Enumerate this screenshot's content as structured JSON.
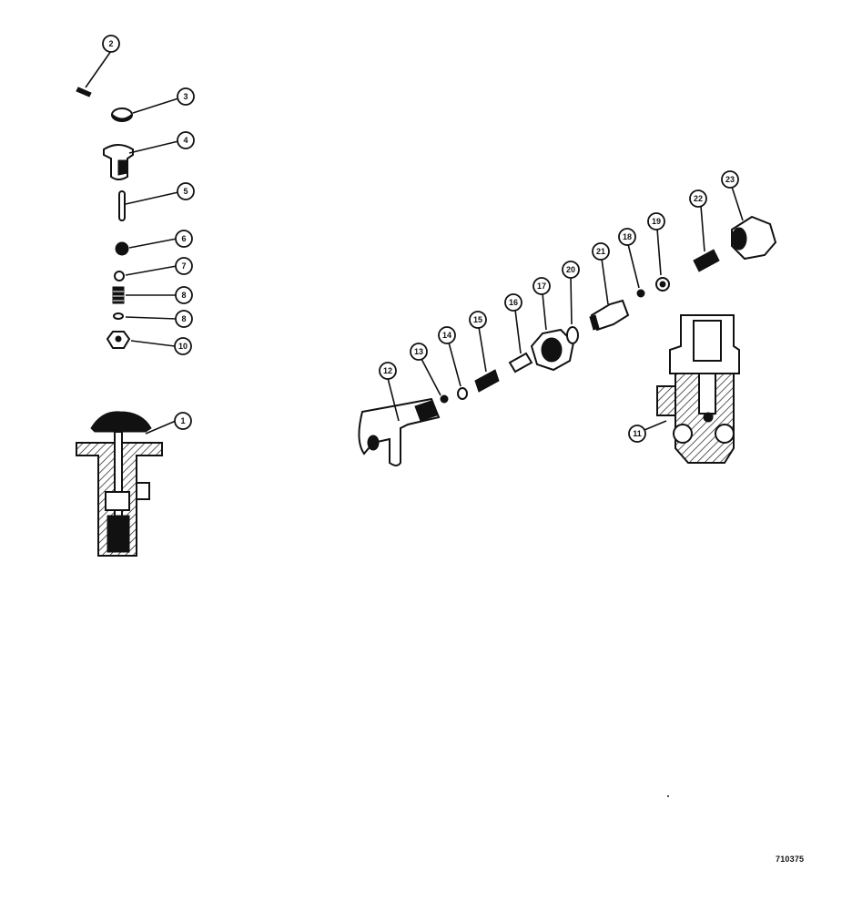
{
  "diagram": {
    "drawing_number": "710375",
    "callouts": [
      {
        "id": "c2",
        "label": "2"
      },
      {
        "id": "c3",
        "label": "3"
      },
      {
        "id": "c4",
        "label": "4"
      },
      {
        "id": "c5",
        "label": "5"
      },
      {
        "id": "c6",
        "label": "6"
      },
      {
        "id": "c7",
        "label": "7"
      },
      {
        "id": "c8a",
        "label": "8"
      },
      {
        "id": "c8b",
        "label": "8"
      },
      {
        "id": "c10",
        "label": "10"
      },
      {
        "id": "c1",
        "label": "1"
      },
      {
        "id": "c12",
        "label": "12"
      },
      {
        "id": "c13",
        "label": "13"
      },
      {
        "id": "c14",
        "label": "14"
      },
      {
        "id": "c15",
        "label": "15"
      },
      {
        "id": "c16",
        "label": "16"
      },
      {
        "id": "c17",
        "label": "17"
      },
      {
        "id": "c20",
        "label": "20"
      },
      {
        "id": "c21",
        "label": "21"
      },
      {
        "id": "c18",
        "label": "18"
      },
      {
        "id": "c19",
        "label": "19"
      },
      {
        "id": "c22",
        "label": "22"
      },
      {
        "id": "c23",
        "label": "23"
      },
      {
        "id": "c11",
        "label": "11"
      }
    ]
  }
}
